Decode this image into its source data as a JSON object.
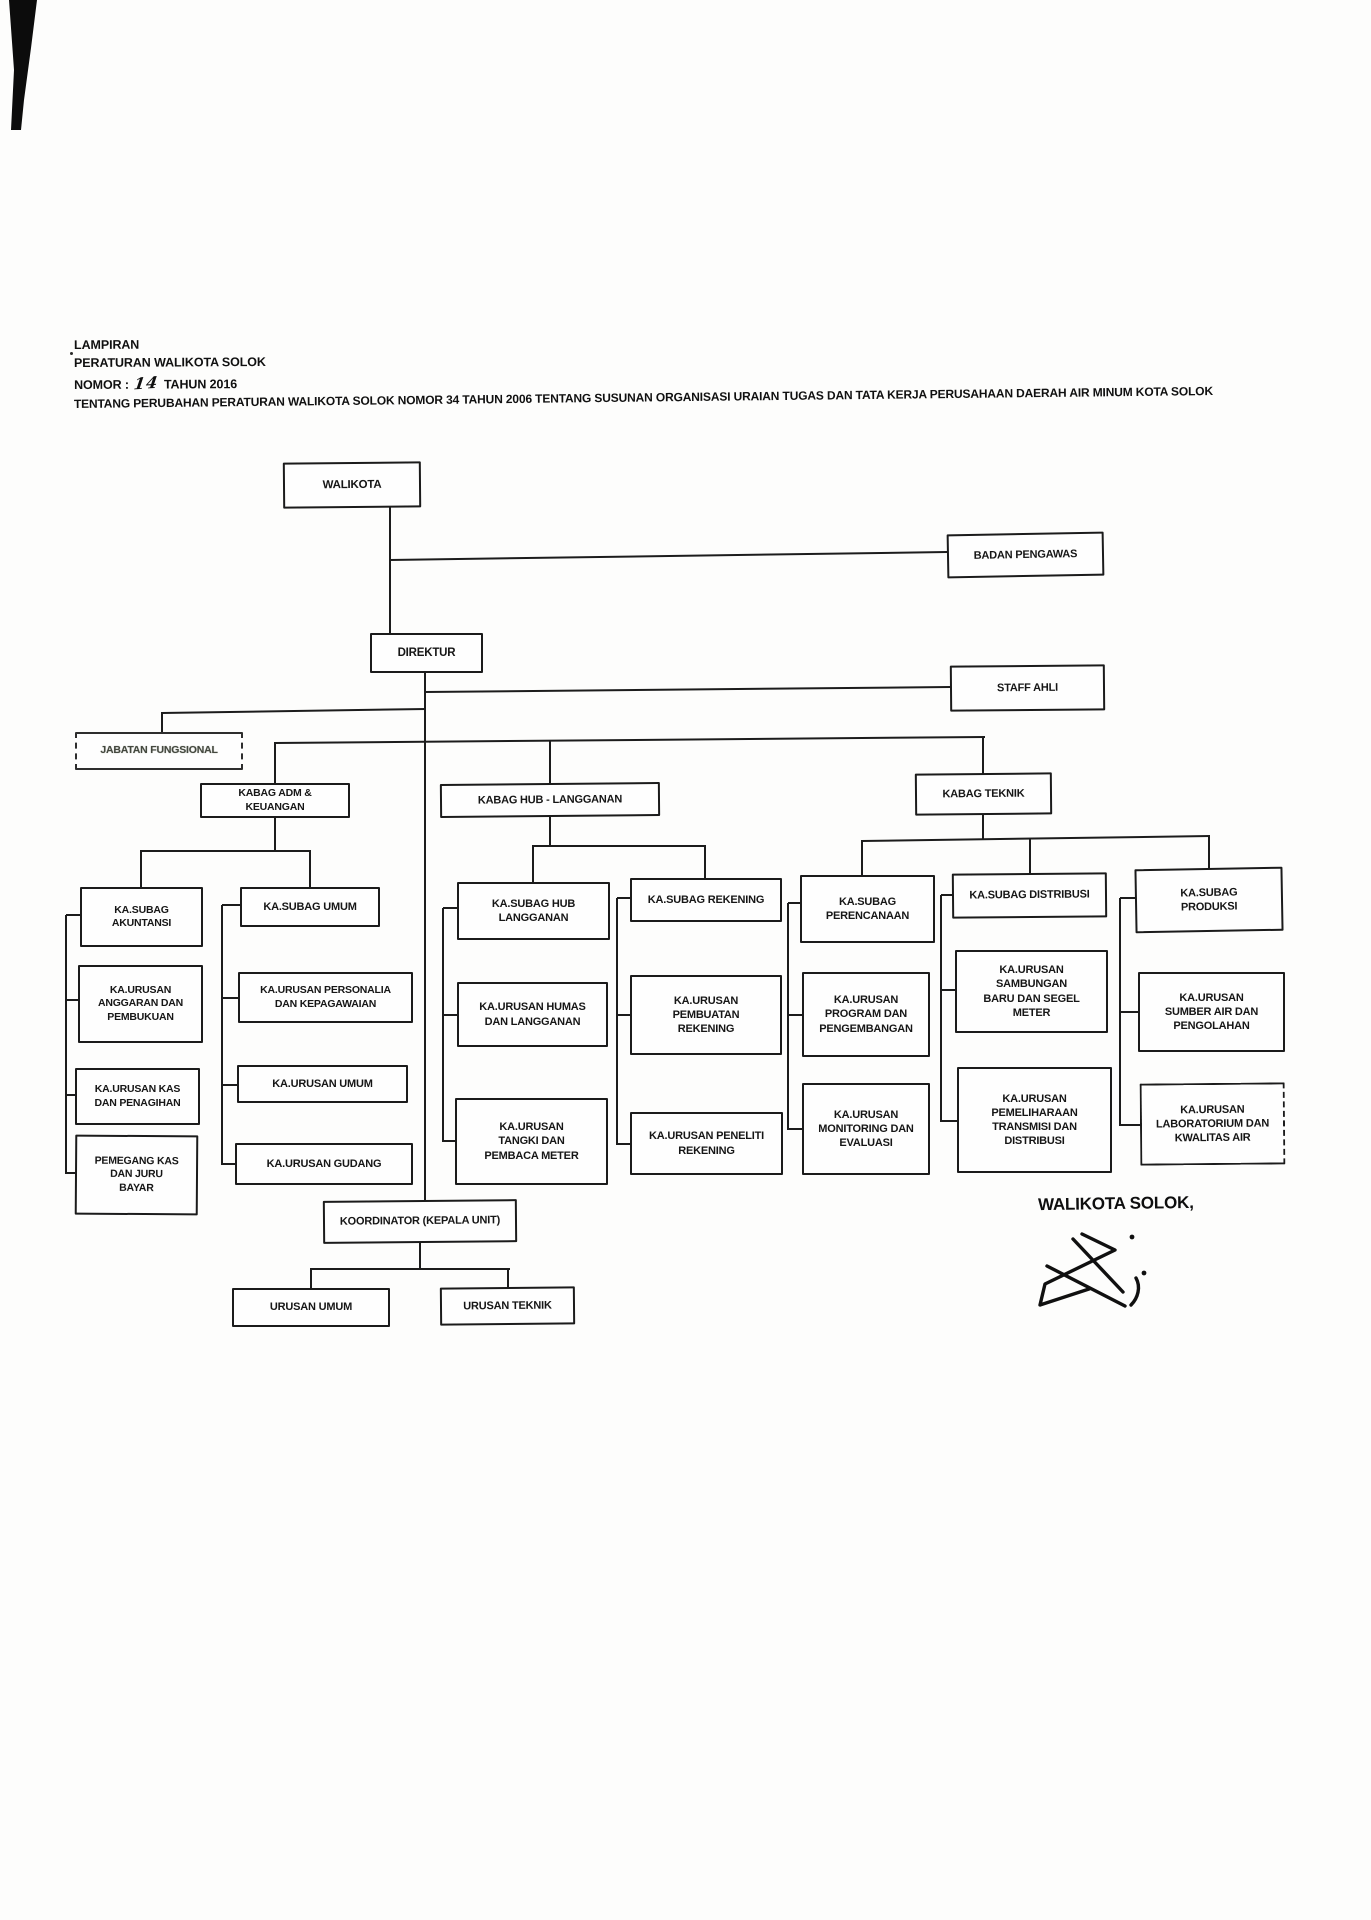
{
  "document": {
    "header": {
      "lampiran": "LAMPIRAN",
      "peraturan": "PERATURAN WALIKOTA SOLOK",
      "nomor_prefix": "NOMOR :",
      "nomor_number": "14",
      "nomor_suffix": "TAHUN 2016",
      "tentang": "TENTANG PERUBAHAN PERATURAN WALIKOTA SOLOK NOMOR 34 TAHUN 2006 TENTANG SUSUNAN ORGANISASI URAIAN TUGAS DAN TATA KERJA PERUSAHAAN DAERAH AIR MINUM KOTA SOLOK"
    },
    "signature": {
      "title": "WALIKOTA SOLOK,"
    }
  },
  "org_chart": {
    "nodes": {
      "walikota": "WALIKOTA",
      "badan_pengawas": "BADAN PENGAWAS",
      "direktur": "DIREKTUR",
      "staff_ahli": "STAFF AHLI",
      "jabatan_fungsional": "JABATAN FUNGSIONAL",
      "kabag_adm_keuangan": "KABAG ADM & KEUANGAN",
      "kabag_hub_langganan": "KABAG HUB - LANGGANAN",
      "kabag_teknik": "KABAG TEKNIK",
      "ka_subag_akuntansi": "KA.SUBAG AKUNTANSI",
      "ka_urusan_anggaran_pembukuan": "KA.URUSAN ANGGARAN DAN PEMBUKUAN",
      "ka_urusan_kas_penagihan": "KA.URUSAN KAS DAN PENAGIHAN",
      "pemegang_kas_juru_bayar": "PEMEGANG KAS DAN JURU BAYAR",
      "ka_subag_umum": "KA.SUBAG UMUM",
      "ka_urusan_personalia_kepagawaian": "KA.URUSAN PERSONALIA DAN KEPAGAWAIAN",
      "ka_urusan_umum": "KA.URUSAN UMUM",
      "ka_urusan_gudang": "KA.URUSAN GUDANG",
      "ka_subag_hub_langganan": "KA.SUBAG HUB LANGGANAN",
      "ka_urusan_humas_langganan": "KA.URUSAN HUMAS DAN LANGGANAN",
      "ka_urusan_tangki_pembaca_meter": "KA.URUSAN TANGKI DAN PEMBACA METER",
      "ka_subag_rekening": "KA.SUBAG REKENING",
      "ka_urusan_pembuatan_rekening": "KA.URUSAN PEMBUATAN REKENING",
      "ka_urusan_peneliti_rekening": "KA.URUSAN PENELITI REKENING",
      "ka_subag_perencanaan": "KA.SUBAG PERENCANAAN",
      "ka_urusan_program_pengembangan": "KA.URUSAN PROGRAM DAN PENGEMBANGAN",
      "ka_urusan_monitoring_evaluasi": "KA.URUSAN MONITORING DAN EVALUASI",
      "ka_subag_distribusi": "KA.SUBAG DISTRIBUSI",
      "ka_urusan_sambungan_segel_meter": "KA.URUSAN SAMBUNGAN BARU DAN SEGEL METER",
      "ka_urusan_pemeliharaan_transmisi": "KA.URUSAN PEMELIHARAAN TRANSMISI DAN DISTRIBUSI",
      "ka_subag_produksi": "KA.SUBAG PRODUKSI",
      "ka_urusan_sumber_air_pengolahan": "KA.URUSAN SUMBER AIR DAN PENGOLAHAN",
      "ka_urusan_laboratorium_kwalitas": "KA.URUSAN LABORATORIUM DAN KWALITAS AIR",
      "koordinator_kepala_unit": "KOORDINATOR (KEPALA UNIT)",
      "urusan_umum": "URUSAN UMUM",
      "urusan_teknik": "URUSAN TEKNIK"
    }
  }
}
